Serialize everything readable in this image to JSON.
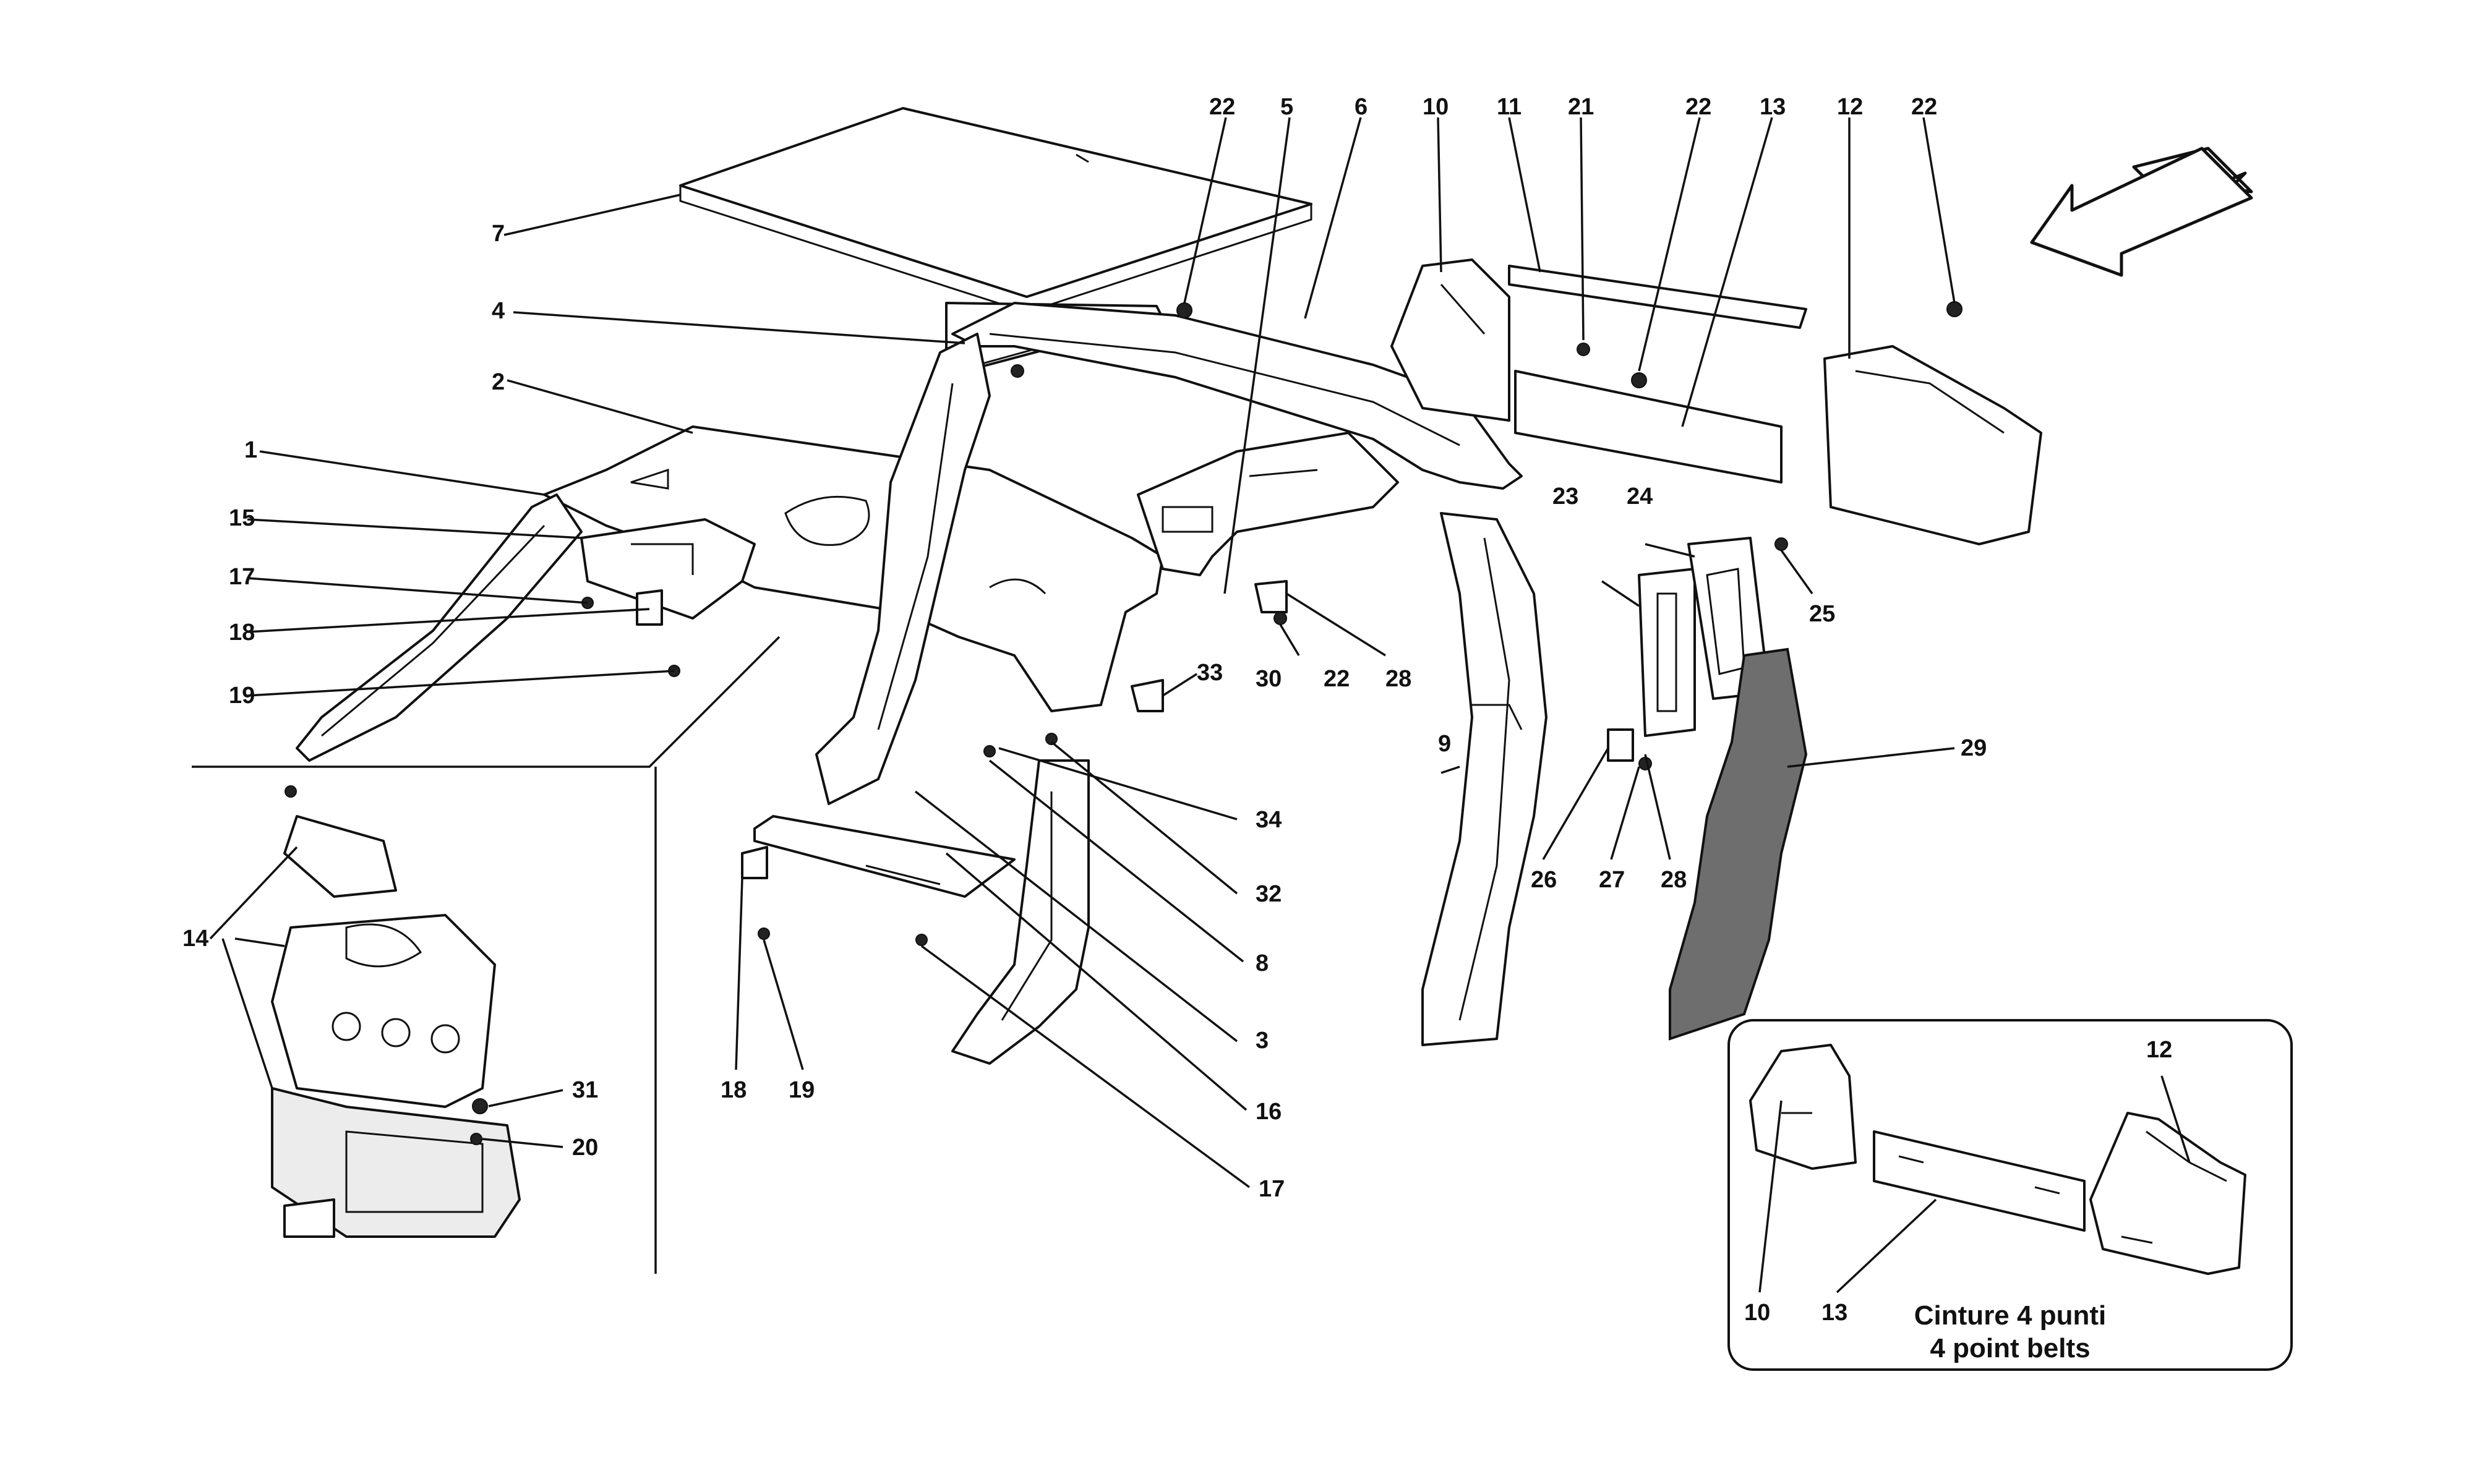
{
  "callouts": {
    "c1": "1",
    "c2": "2",
    "c3": "3",
    "c4": "4",
    "c5": "5",
    "c6": "6",
    "c7": "7",
    "c8": "8",
    "c9": "9",
    "c10": "10",
    "c11": "11",
    "c12": "12",
    "c13": "13",
    "c14": "14",
    "c15": "15",
    "c16": "16",
    "c17": "17",
    "c18": "18",
    "c19": "19",
    "c20": "20",
    "c21": "21",
    "c22": "22",
    "c23": "23",
    "c24": "24",
    "c25": "25",
    "c26": "26",
    "c27": "27",
    "c28": "28",
    "c29": "29",
    "c30": "30",
    "c31": "31",
    "c32": "32",
    "c33": "33",
    "c34": "34"
  },
  "inset": {
    "caption_it": "Cinture 4 punti",
    "caption_en": "4 point belts"
  },
  "icons": {
    "direction_arrow": "arrow-icon"
  }
}
